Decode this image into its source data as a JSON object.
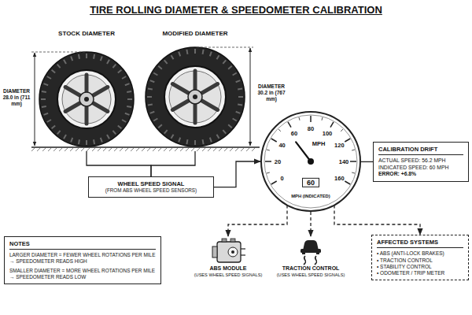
{
  "diagram": {
    "title": "TIRE ROLLING DIAMETER & SPEEDOMETER CALIBRATION",
    "nodes": [
      {
        "text": [
          "STOCK DIAMETER"
        ]
      },
      {
        "text": [
          "MODIFIED DIAMETER"
        ]
      },
      {
        "text": [
          "WHEEL SPEED SIGNAL",
          "(FROM ABS WHEEL SPEED SENSORS)"
        ]
      },
      {
        "text": [
          "MPH",
          "60",
          "MPH (INDICATED)"
        ]
      },
      {
        "text": [
          "CALIBRATION DRIFT",
          "ACTUAL SPEED: 56.2 MPH",
          "INDICATED SPEED: 60 MPH",
          "ERROR: +6.8%"
        ]
      },
      {
        "text": [
          "NOTES",
          "LARGER DIAMETER = FEWER WHEEL ROTATIONS PER MILE → SPEEDOMETER READS HIGH",
          "SMALLER DIAMETER = MORE WHEEL ROTATIONS PER MILE → SPEEDOMETER READS LOW"
        ]
      },
      {
        "text": [
          "ABS MODULE",
          "(USES WHEEL SPEED SIGNALS)"
        ]
      },
      {
        "text": [
          "TRACTION CONTROL",
          "(USES WHEEL SPEED SIGNALS)"
        ]
      },
      {
        "text": [
          "AFFECTED SYSTEMS",
          "• ABS (ANTI-LOCK BRAKES)",
          "• TRACTION CONTROL",
          "• STABILITY CONTROL",
          "• ODOMETER / TRIP METER"
        ]
      }
    ],
    "edges": [
      {
        "from": 0,
        "to": 2,
        "arrow": "none"
      },
      {
        "from": 1,
        "to": 2,
        "arrow": "none"
      },
      {
        "from": 2,
        "to": 3,
        "arrow": "to"
      },
      {
        "from": 3,
        "to": 4,
        "arrow": "none"
      },
      {
        "from": 3,
        "to": 6,
        "arrow": "to"
      },
      {
        "from": 3,
        "to": 7,
        "arrow": "to"
      },
      {
        "from": 3,
        "to": 8,
        "arrow": "to"
      }
    ],
    "labels": [
      "DIAMETER 28.0 in (711 mm)",
      "DIAMETER 30.2 in (767 mm)",
      "0",
      "20",
      "40",
      "60",
      "80",
      "100",
      "120",
      "140",
      "160"
    ]
  }
}
